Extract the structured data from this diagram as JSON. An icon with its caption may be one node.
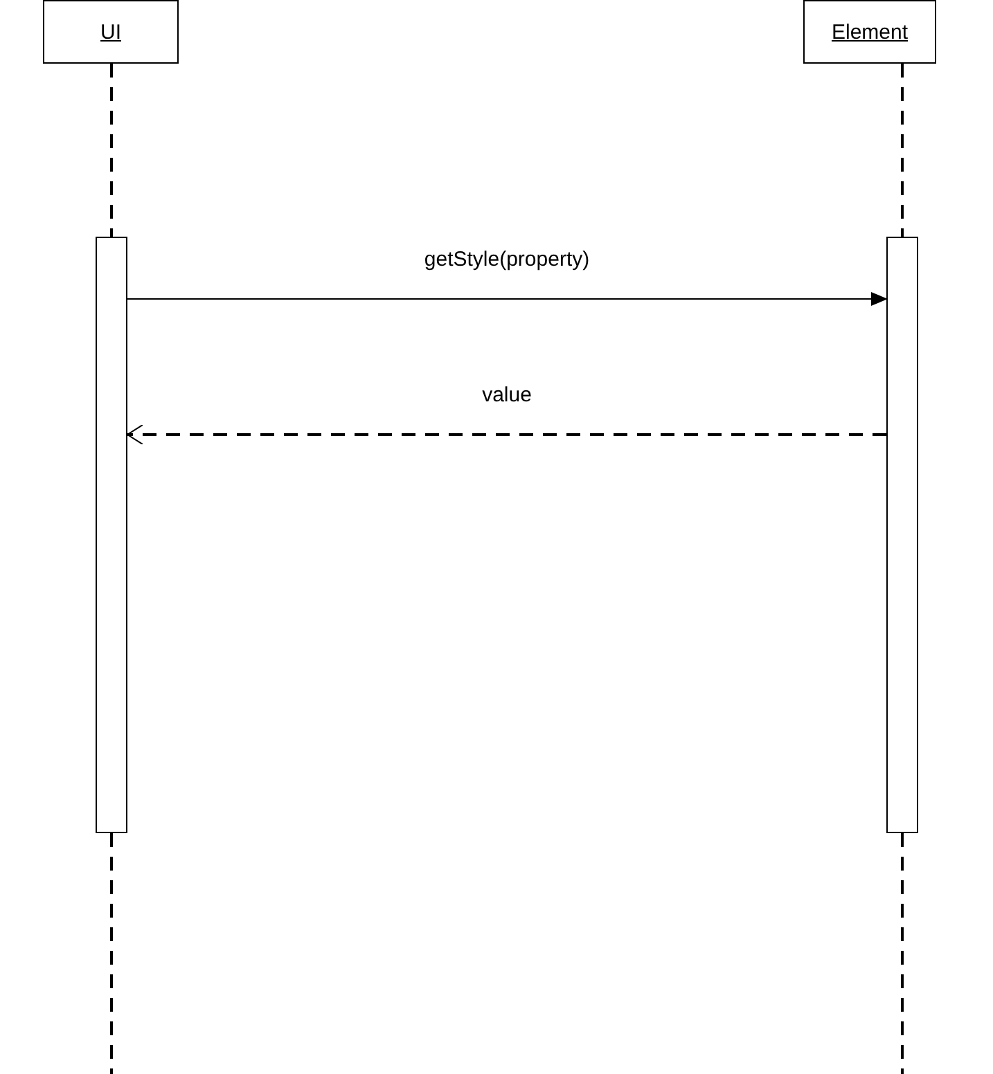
{
  "diagram": {
    "nodes": [
      {
        "text": [
          "UI"
        ]
      },
      {
        "text": [
          "Element"
        ]
      },
      {
        "text": [],
        "shape": "bar"
      },
      {
        "text": [],
        "shape": "bar"
      }
    ],
    "edges": [
      {
        "from": 0,
        "to": 2,
        "arrow": "none",
        "style": "dashed"
      },
      {
        "from": 1,
        "to": 3,
        "arrow": "none",
        "style": "dashed"
      },
      {
        "from": 2,
        "to": 3,
        "arrow": "to",
        "label": "getStyle(property)"
      },
      {
        "from": 3,
        "to": 2,
        "arrow": "to",
        "label": "value",
        "style": "dashed"
      },
      {
        "from": 2,
        "to": null,
        "arrow": "none",
        "style": "dashed"
      },
      {
        "from": 3,
        "to": null,
        "arrow": "none",
        "style": "dashed"
      }
    ]
  }
}
